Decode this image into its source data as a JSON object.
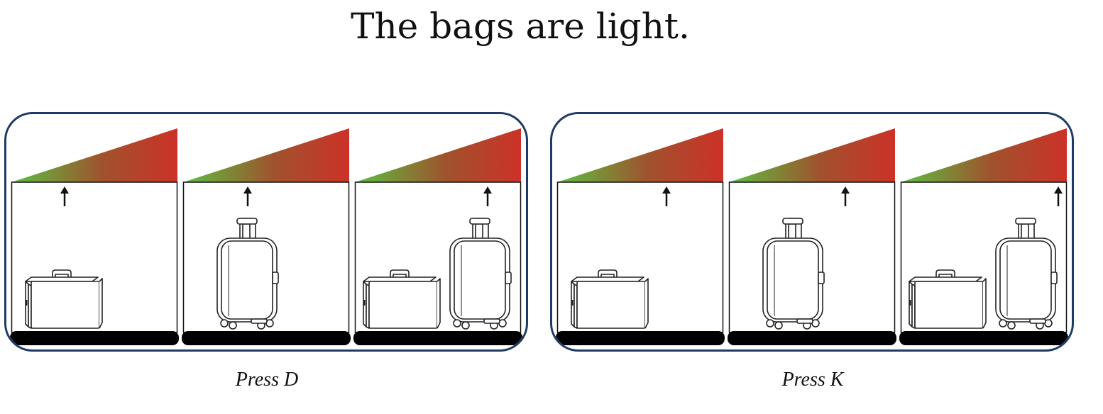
{
  "sentence": "The bags are light.",
  "colors": {
    "frame_border": "#1e3a66",
    "gradient_light": "#5cbf3f",
    "gradient_heavy": "#cc3128",
    "floor": "#000000"
  },
  "choices": [
    {
      "label": "Press D",
      "panels": [
        {
          "bags": [
            "briefcase-icon"
          ],
          "weight_level": 0.32
        },
        {
          "bags": [
            "suitcase-icon"
          ],
          "weight_level": 0.39
        },
        {
          "bags": [
            "briefcase-icon",
            "suitcase-icon"
          ],
          "weight_level": 0.8
        }
      ]
    },
    {
      "label": "Press K",
      "panels": [
        {
          "bags": [
            "briefcase-icon"
          ],
          "weight_level": 0.66
        },
        {
          "bags": [
            "suitcase-icon"
          ],
          "weight_level": 0.7
        },
        {
          "bags": [
            "briefcase-icon",
            "suitcase-icon"
          ],
          "weight_level": 0.95
        }
      ]
    }
  ]
}
